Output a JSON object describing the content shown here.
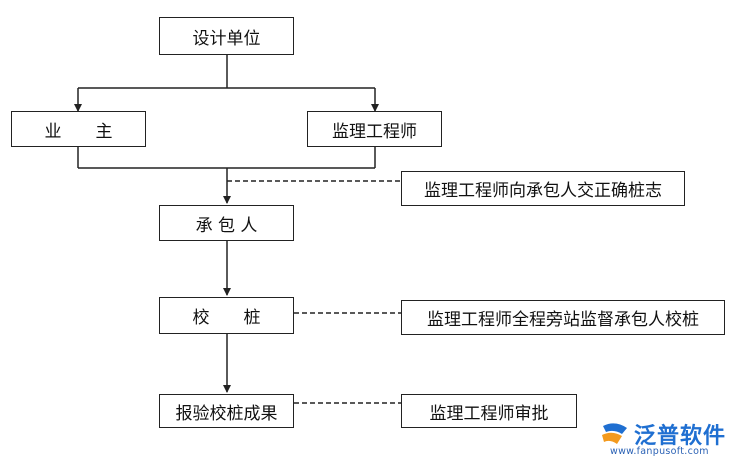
{
  "nodes": {
    "design_unit": "设计单位",
    "owner": "业　　主",
    "supervisor": "监理工程师",
    "contractor": "承 包 人",
    "check_pile": "校　　桩",
    "report_results": "报验校桩成果"
  },
  "notes": {
    "hand_over_piles": "监理工程师向承包人交正确桩志",
    "supervise_checking": "监理工程师全程旁站监督承包人校桩",
    "review_approve": "监理工程师审批"
  },
  "watermark": {
    "brand": "泛普软件",
    "url": "www.fanpusoft.com"
  },
  "colors": {
    "line": "#222222",
    "brand_blue": "#1f6fd1",
    "brand_orange": "#f39a1e"
  }
}
